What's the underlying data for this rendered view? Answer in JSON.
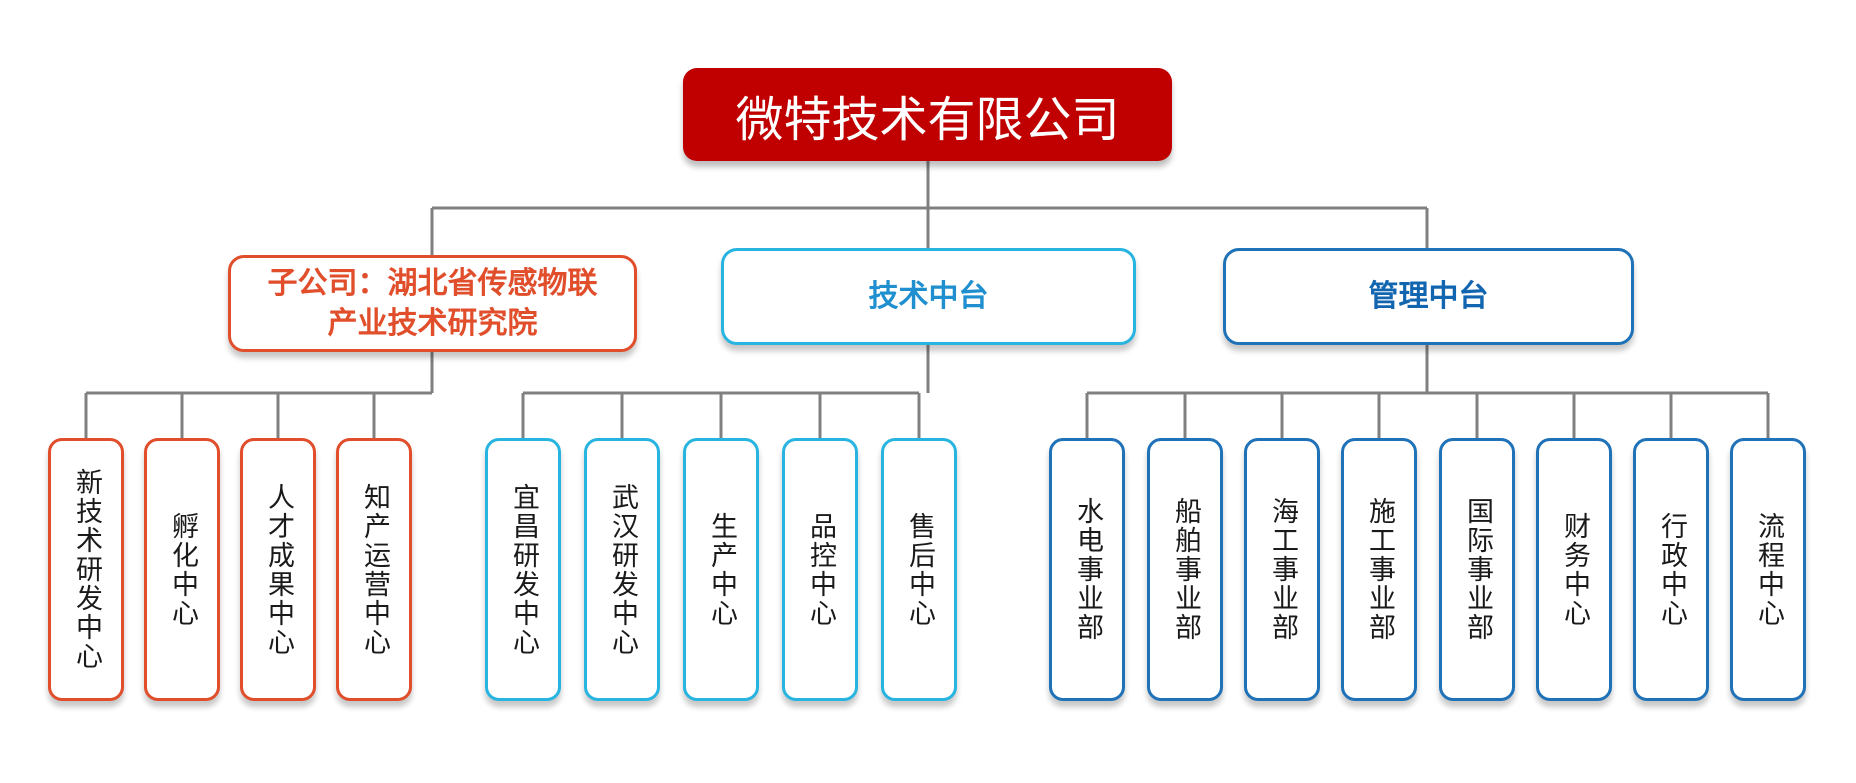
{
  "diagram": {
    "type": "org-chart",
    "root": "微特技术有限公司",
    "groups": [
      {
        "id": "sub",
        "label": "子公司：湖北省传感物联\n产业技术研究院",
        "color": "#e04e2b",
        "children": [
          "新技术研发中心",
          "孵化中心",
          "人才成果中心",
          "知产运营中心"
        ]
      },
      {
        "id": "tech",
        "label": "技术中台",
        "color": "#27b4e0",
        "children": [
          "宜昌研发中心",
          "武汉研发中心",
          "生产中心",
          "品控中心",
          "售后中心"
        ]
      },
      {
        "id": "mgmt",
        "label": "管理中台",
        "color": "#1f72b8",
        "children": [
          "水电事业部",
          "船舶事业部",
          "海工事业部",
          "施工事业部",
          "国际事业部",
          "财务中心",
          "行政中心",
          "流程中心"
        ]
      }
    ],
    "colors": {
      "root": "#c00000",
      "connector": "#808080"
    }
  }
}
